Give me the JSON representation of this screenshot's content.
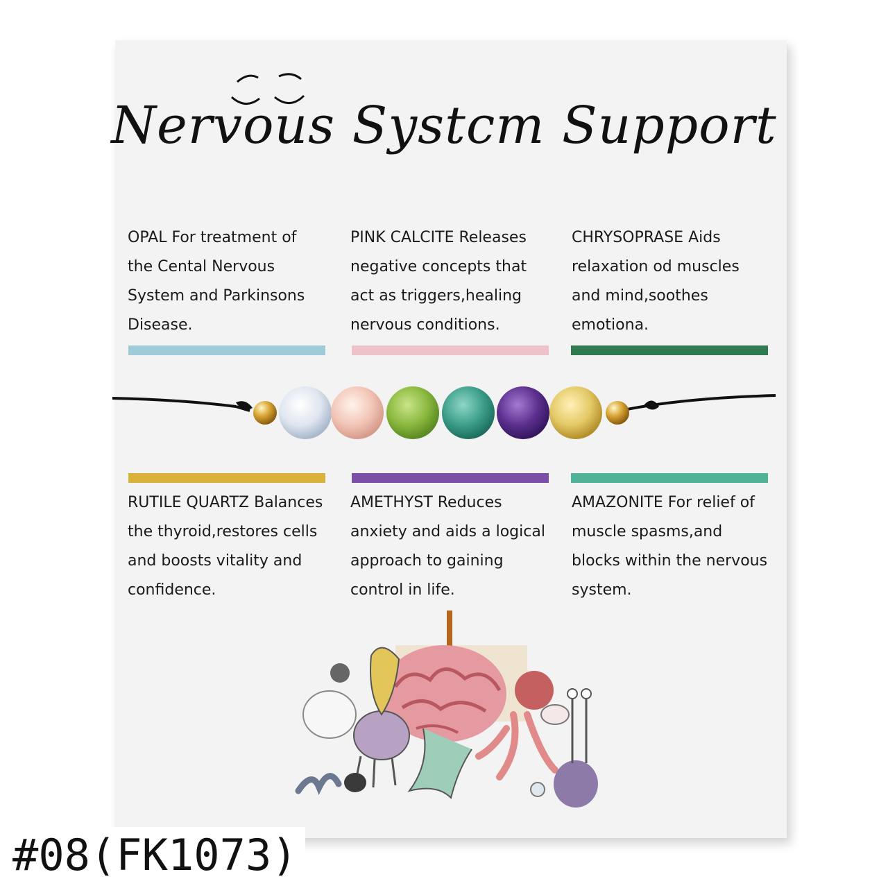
{
  "title": "Nervous Systcm Support",
  "stones": [
    {
      "text": "OPAL For treatment of the Cental Nervous System and Parkinsons Disease.",
      "color": "#9ecbd8"
    },
    {
      "text": "PINK CALCITE Releases negative concepts that act as triggers,healing nervous conditions.",
      "color": "#eec2c8"
    },
    {
      "text": "CHRYSOPRASE Aids relaxation od muscles and mind,soothes emotiona.",
      "color": "#2f7a4f"
    },
    {
      "text": "RUTILE QUARTZ Balances the thyroid,restores cells and boosts vitality and confidence.",
      "color": "#d8b23a"
    },
    {
      "text": "AMETHYST Reduces anxiety and aids a logical approach to gaining control in life.",
      "color": "#7b4fa8"
    },
    {
      "text": "AMAZONITE For relief of muscle spasms,and blocks within the nervous system.",
      "color": "#4fb39a"
    }
  ],
  "sku": "#08(FK1073)"
}
